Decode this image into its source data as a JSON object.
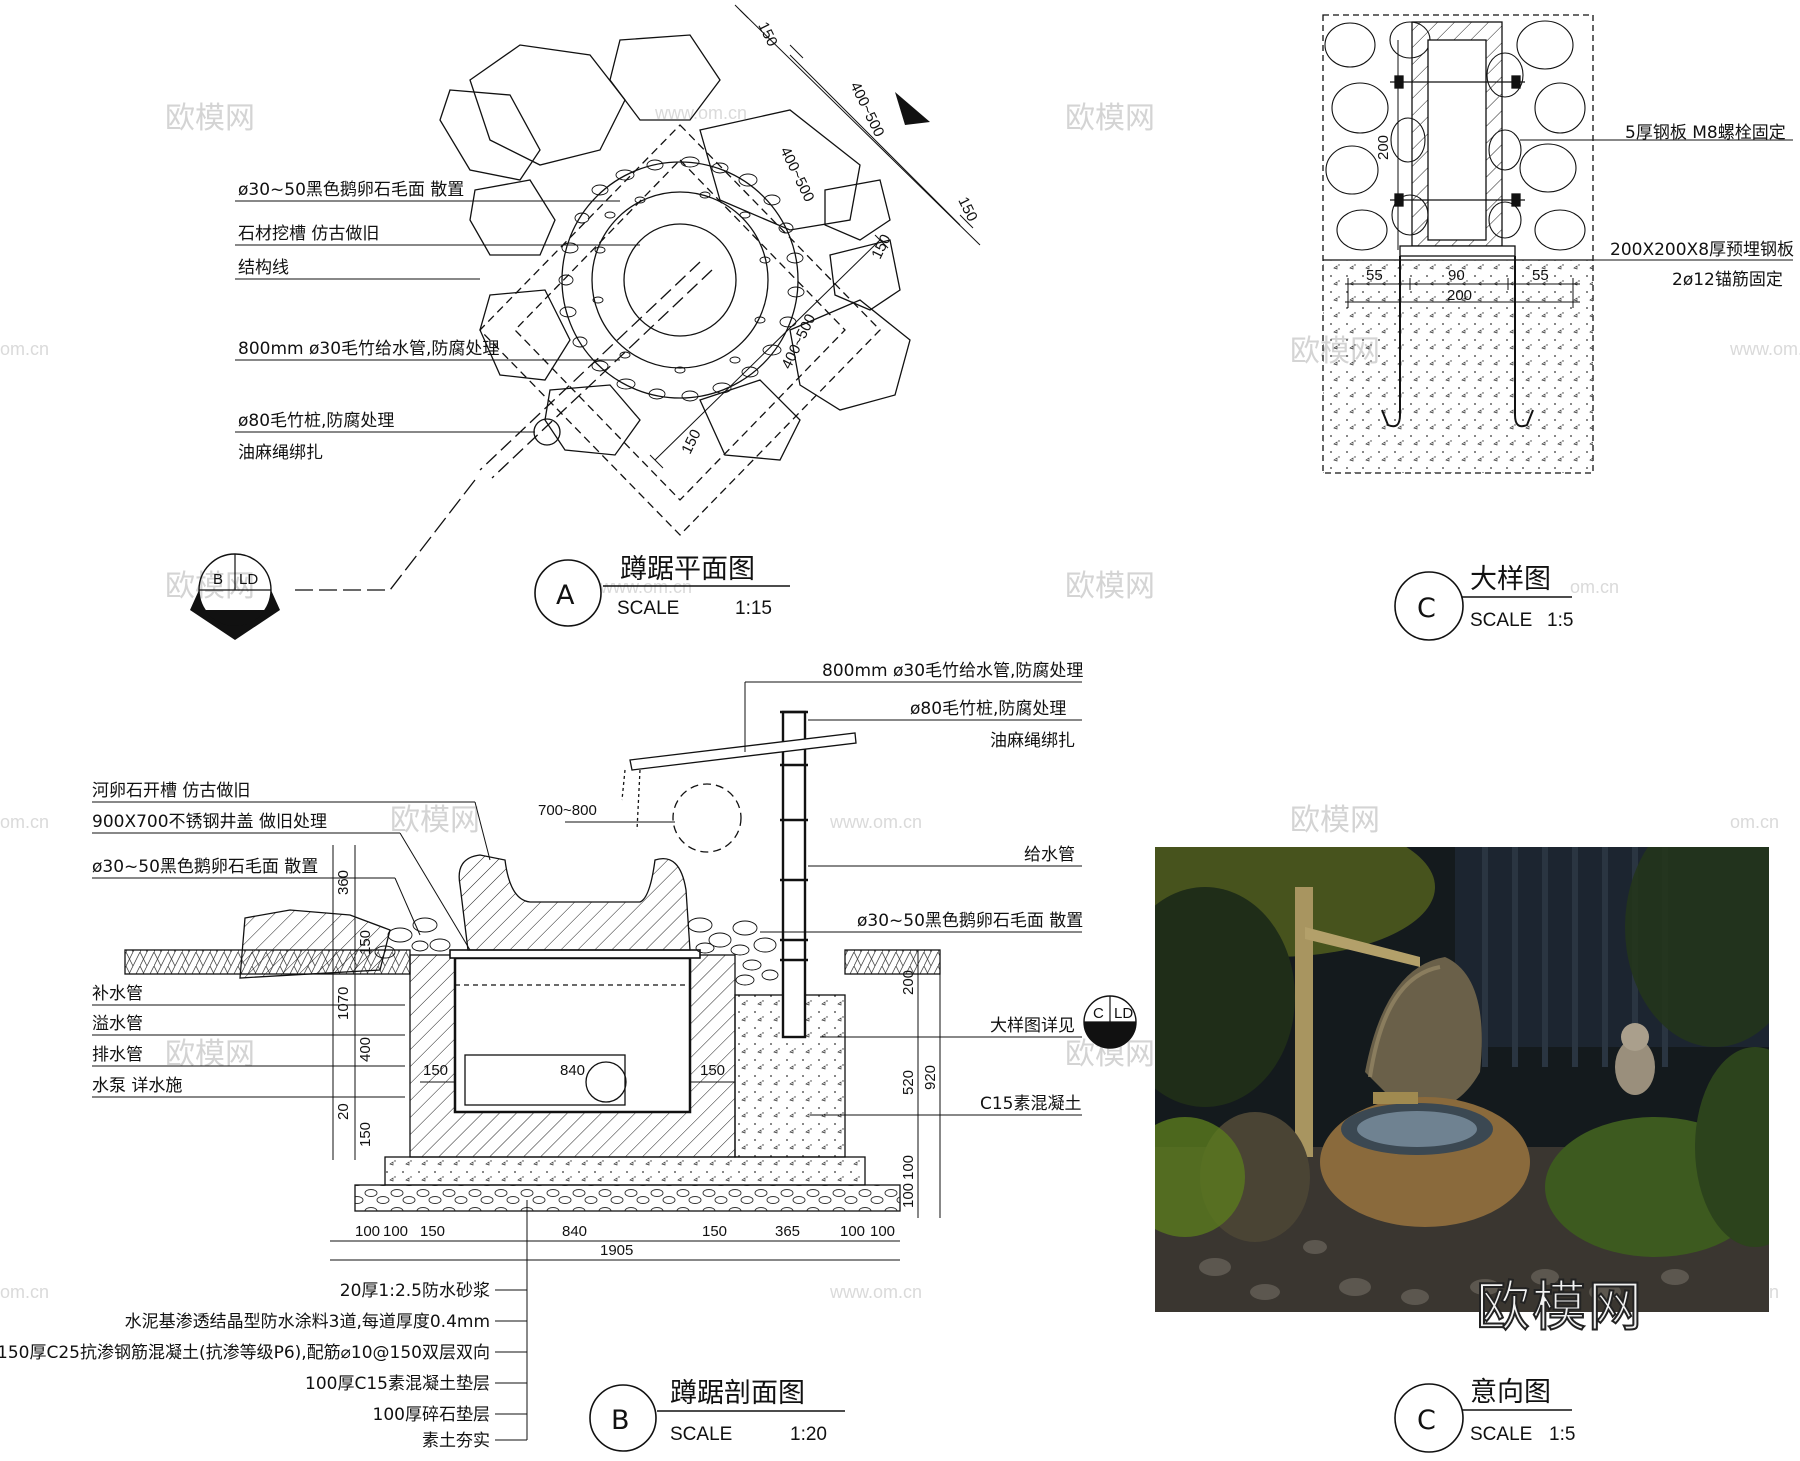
{
  "watermark": {
    "logo": "欧模网",
    "site": "www.om.cn",
    "site_short": "om.cn"
  },
  "plan_a": {
    "labels": [
      "ø30~50黑色鹅卵石毛面 散置",
      "石材挖槽 仿古做旧",
      "结构线",
      "800mm ø30毛竹给水管,防腐处理",
      "ø80毛竹桩,防腐处理",
      "油麻绳绑扎"
    ],
    "dims": [
      "150",
      "400~500",
      "400~500",
      "150",
      "150",
      "400~500",
      "150"
    ],
    "section_marker": {
      "letter": "B",
      "sheet": "LD"
    },
    "title": {
      "letter": "A",
      "name": "蹲踞平面图",
      "scale_label": "SCALE",
      "scale": "1:15"
    }
  },
  "detail_c": {
    "labels": [
      "5厚钢板 M8螺栓固定",
      "200X200X8厚预埋钢板",
      "2ø12锚筋固定"
    ],
    "dims": [
      "200",
      "55",
      "90",
      "55",
      "200"
    ],
    "title": {
      "letter": "C",
      "name": "大样图",
      "scale_label": "SCALE",
      "scale": "1:5"
    }
  },
  "section_b": {
    "left_labels": [
      "河卵石开槽 仿古做旧",
      "900X700不锈钢井盖 做旧处理",
      "ø30~50黑色鹅卵石毛面 散置",
      "补水管",
      "溢水管",
      "排水管",
      "水泵 详水施"
    ],
    "right_labels": [
      "800mm ø30毛竹给水管,防腐处理",
      "ø80毛竹桩,防腐处理",
      "油麻绳绑扎",
      "给水管",
      "ø30~50黑色鹅卵石毛面 散置",
      "大样图详见",
      "C15素混凝土"
    ],
    "layer_labels": [
      "20厚1:2.5防水砂浆",
      "水泥基渗透结晶型防水涂料3道,每道厚度0.4mm",
      "150厚C25抗渗钢筋混凝土(抗渗等级P6),配筋⌀10@150双层双向",
      "100厚C15素混凝土垫层",
      "100厚碎石垫层",
      "素土夯实"
    ],
    "dims_top": [
      "700~800"
    ],
    "dims_left": [
      "360",
      "150",
      "1070",
      "400",
      "20",
      "150"
    ],
    "dims_inner": [
      "150",
      "840",
      "150"
    ],
    "dims_right": [
      "200",
      "520",
      "920",
      "100",
      "100"
    ],
    "dims_bottom": [
      "100",
      "100",
      "150",
      "840",
      "150",
      "365",
      "100",
      "100"
    ],
    "dim_total": "1905",
    "detail_ref": {
      "letter": "C",
      "sheet": "LD"
    },
    "title": {
      "letter": "B",
      "name": "蹲踞剖面图",
      "scale_label": "SCALE",
      "scale": "1:20"
    }
  },
  "photo_c": {
    "title": {
      "letter": "C",
      "name": "意向图",
      "scale_label": "SCALE",
      "scale": "1:5"
    }
  }
}
